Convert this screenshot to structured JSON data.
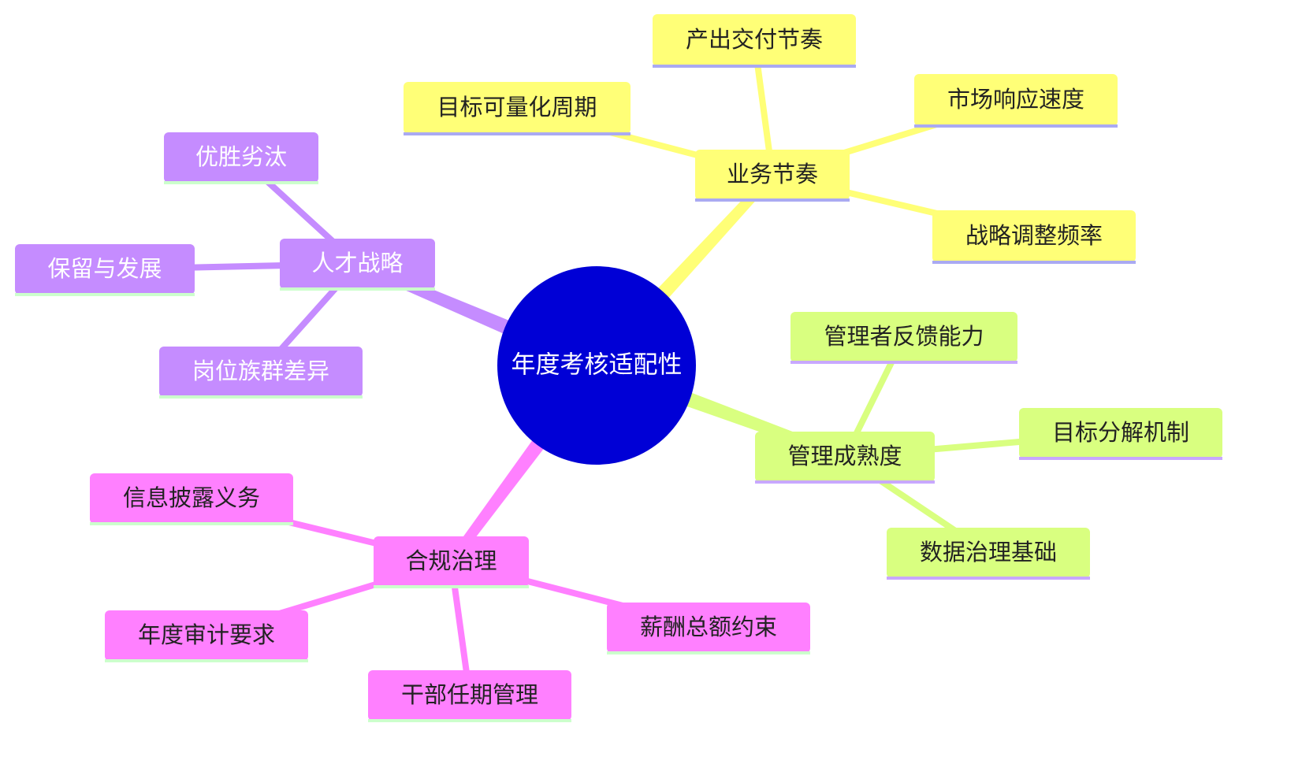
{
  "diagram": {
    "center": {
      "label": "年度考核适配性",
      "fill": "#0000d6",
      "text_color": "#ffffff"
    },
    "branches": [
      {
        "key": "business",
        "label": "业务节奏",
        "fill": "#ffff77",
        "underline": "#aaaaf2",
        "edge": "#ffff77",
        "text_color": "#222222",
        "children": [
          "目标可量化周期",
          "产出交付节奏",
          "市场响应速度",
          "战略调整频率"
        ]
      },
      {
        "key": "talent",
        "label": "人才战略",
        "fill": "#c58cff",
        "underline": "#ccffcc",
        "edge": "#c58cff",
        "text_color": "#ffffff",
        "children": [
          "优胜劣汰",
          "保留与发展",
          "岗位族群差异"
        ]
      },
      {
        "key": "management",
        "label": "管理成熟度",
        "fill": "#d9ff80",
        "underline": "#c8a8ff",
        "edge": "#d9ff80",
        "text_color": "#222222",
        "children": [
          "管理者反馈能力",
          "目标分解机制",
          "数据治理基础"
        ]
      },
      {
        "key": "compliance",
        "label": "合规治理",
        "fill": "#ff80ff",
        "underline": "#ccffcc",
        "edge": "#ff80ff",
        "text_color": "#222222",
        "children": [
          "信息披露义务",
          "年度审计要求",
          "干部任期管理",
          "薪酬总额约束"
        ]
      }
    ]
  }
}
